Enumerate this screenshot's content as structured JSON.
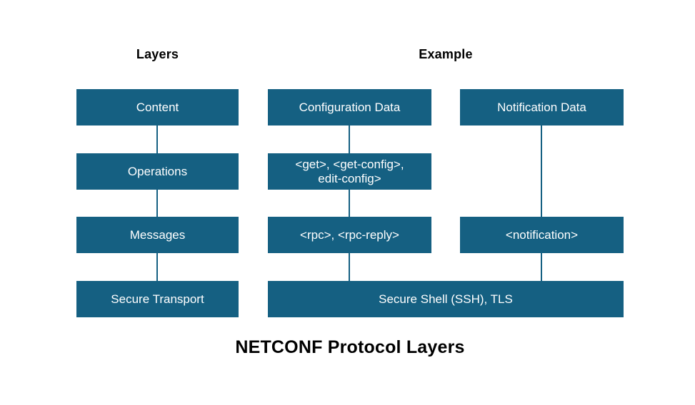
{
  "headings": {
    "layers": "Layers",
    "example": "Example"
  },
  "title": "NETCONF Protocol Layers",
  "colors": {
    "box_fill": "#156082",
    "box_text": "#FFFFFF",
    "heading_text": "#000000",
    "connector": "#156082",
    "background": "#FFFFFF"
  },
  "layers": [
    {
      "label": "Content"
    },
    {
      "label": "Operations"
    },
    {
      "label": "Messages"
    },
    {
      "label": "Secure Transport"
    }
  ],
  "examples": {
    "configuration_data": "Configuration Data",
    "operations_example": "<get>, <get-config>,\nedit-config>",
    "messages_example": "<rpc>, <rpc-reply>",
    "notification_data": "Notification Data",
    "notification_message": "<notification>",
    "transport_example": "Secure Shell (SSH), TLS"
  }
}
